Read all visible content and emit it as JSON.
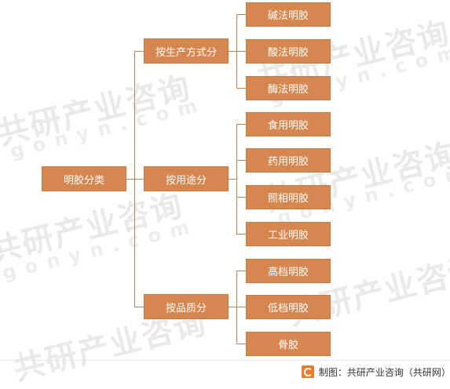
{
  "watermark": {
    "cn": "共研产业咨询",
    "en": "gonyn.com"
  },
  "root": {
    "label": "明胶分类"
  },
  "categories": [
    {
      "label": "按生产方式分",
      "items": [
        "碱法明胶",
        "酸法明胶",
        "酶法明胶"
      ]
    },
    {
      "label": "按用途分",
      "items": [
        "食用明胶",
        "药用明胶",
        "照相明胶",
        "工业明胶"
      ]
    },
    {
      "label": "按品质分",
      "items": [
        "高档明胶",
        "低档明胶",
        "骨胶"
      ]
    }
  ],
  "footer": {
    "text": "制图：共研产业咨询（共研网）"
  },
  "colors": {
    "node": "#d5874f",
    "line": "#b8845c"
  }
}
